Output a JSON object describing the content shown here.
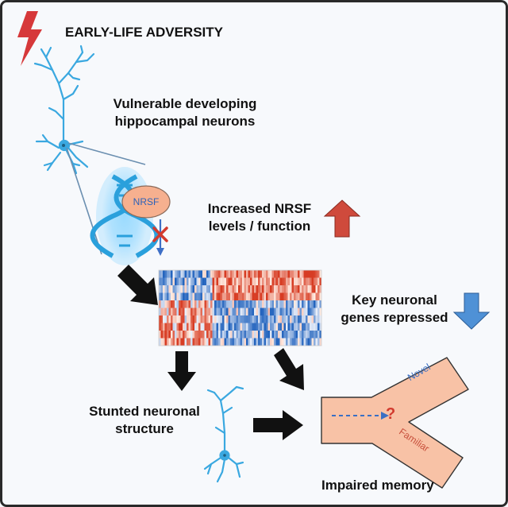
{
  "title": "EARLY-LIFE ADVERSITY",
  "neurons_label": {
    "line1": "Vulnerable developing",
    "line2": "hippocampal neurons"
  },
  "nrsf_badge": "NRSF",
  "nrsf_label": {
    "line1": "Increased NRSF",
    "line2": "levels / function"
  },
  "genes_label": {
    "line1": "Key neuronal",
    "line2": "genes repressed"
  },
  "structure_label": {
    "line1": "Stunted neuronal",
    "line2": "structure"
  },
  "maze": {
    "arm_top": "Novel",
    "arm_bottom": "Familiar",
    "question": "?"
  },
  "memory_label": "Impaired memory",
  "colors": {
    "frame": "#2a2a2a",
    "neuron": "#3aa8e0",
    "lightning": "#d6383a",
    "up_arrow": "#cf4a3c",
    "down_arrow": "#4f91d6",
    "maze_fill": "#f8c2a6",
    "maze_text": "#c8503c",
    "novel_text": "#3a6fc4"
  },
  "icons": [
    "lightning-icon",
    "neuron-icon",
    "dna-icon",
    "up-arrow-icon",
    "down-arrow-icon",
    "heatmap-icon",
    "maze-icon"
  ]
}
